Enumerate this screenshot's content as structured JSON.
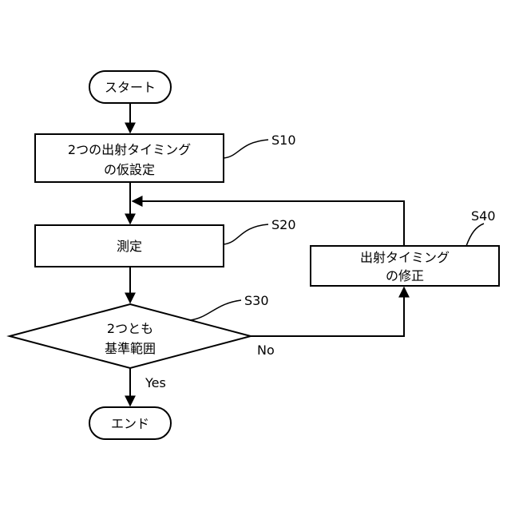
{
  "nodes": {
    "start": {
      "label": "スタート"
    },
    "s10": {
      "line1": "2つの出射タイミング",
      "line2": "の仮設定",
      "ref": "S10"
    },
    "s20": {
      "label": "測定",
      "ref": "S20"
    },
    "s30": {
      "line1": "2つとも",
      "line2": "基準範囲",
      "ref": "S30"
    },
    "s40": {
      "line1": "出射タイミング",
      "line2": "の修正",
      "ref": "S40"
    },
    "end": {
      "label": "エンド"
    }
  },
  "edges": {
    "yes_label": "Yes",
    "no_label": "No"
  },
  "colors": {
    "stroke": "#000000",
    "fill": "#ffffff"
  }
}
